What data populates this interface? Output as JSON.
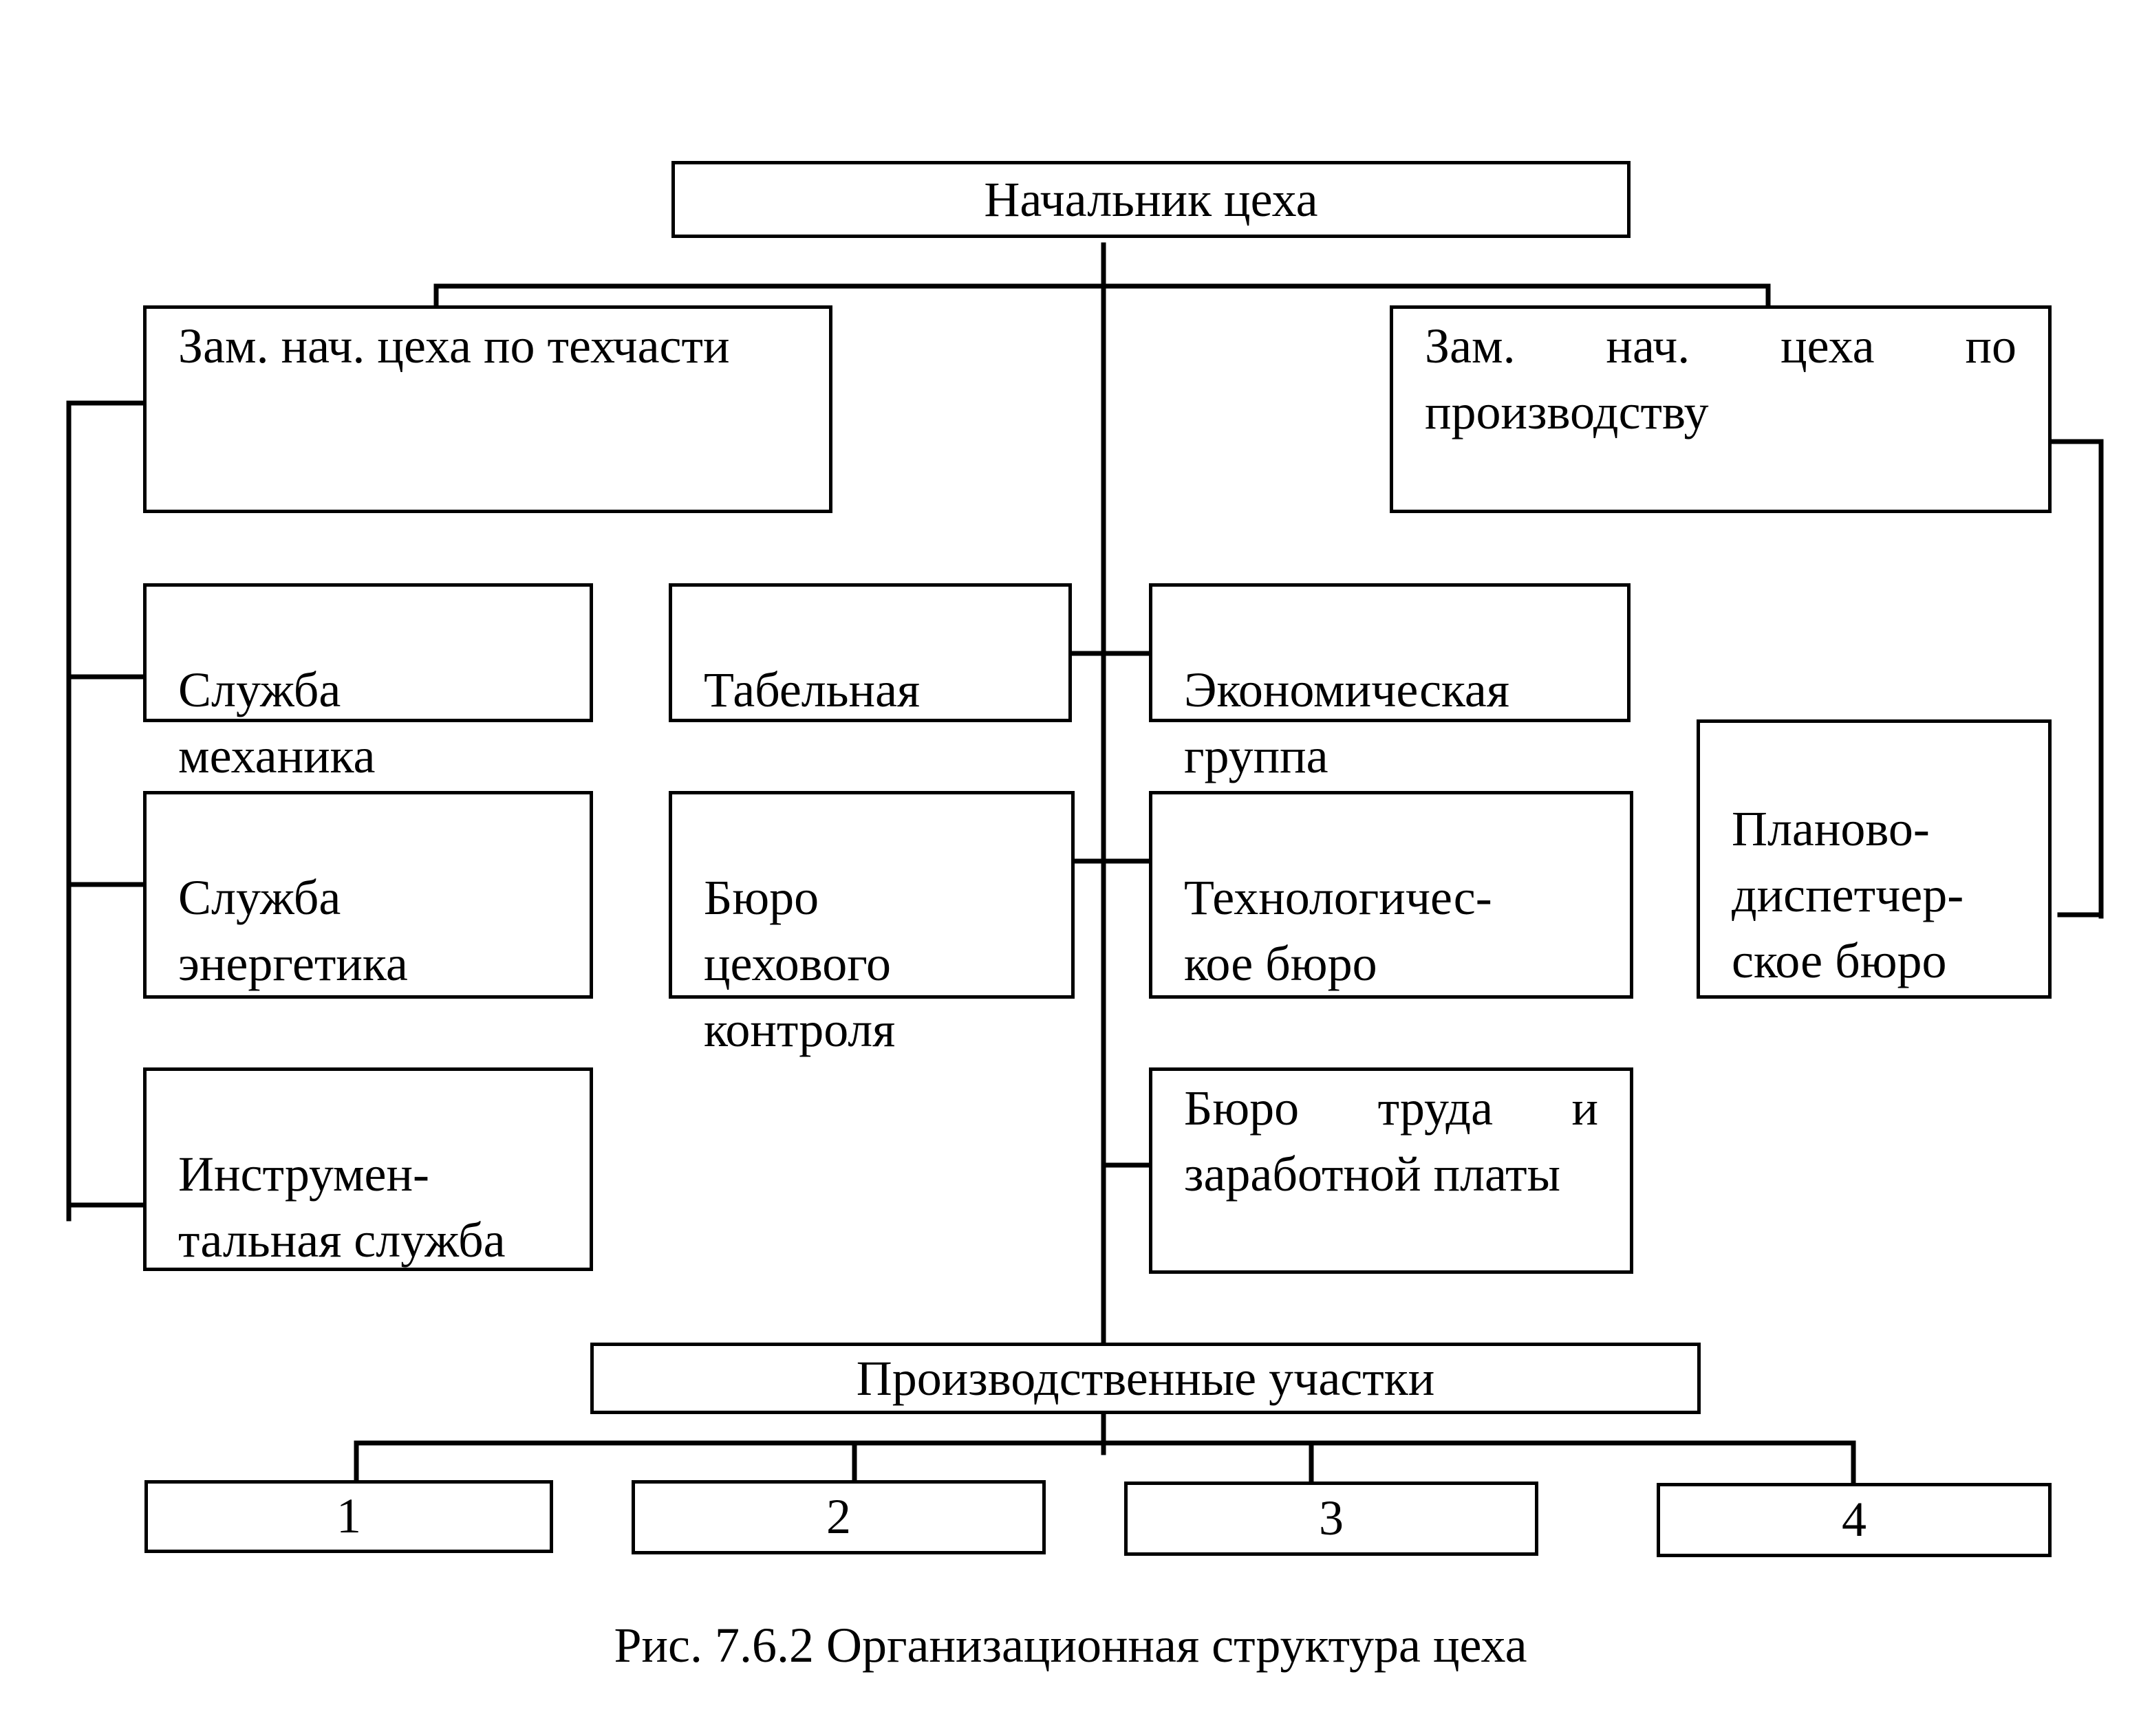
{
  "boxes": {
    "head": "Начальник цеха",
    "deputy_tech": "Зам. нач. цеха по техчасти",
    "deputy_prod": "Зам. нач. цеха по производству",
    "mechanic": "Служба\nмеханика",
    "energy": "Служба\nэнергетика",
    "tool": "Инструмен-\nтальная служба",
    "timekeeping": "Табельная",
    "qc": "Бюро\nцехового\nконтроля",
    "econ": "Экономическая\nгруппа",
    "tech_bureau": "Технологичес-\nкое бюро",
    "labor": "Бюро труда и заработной платы",
    "planning": "Планово-\nдиспетчер-\nское бюро",
    "sections": "Производственные участки",
    "s1": "1",
    "s2": "2",
    "s3": "3",
    "s4": "4"
  },
  "caption": "Рис. 7.6.2 Организационная структура цеха"
}
